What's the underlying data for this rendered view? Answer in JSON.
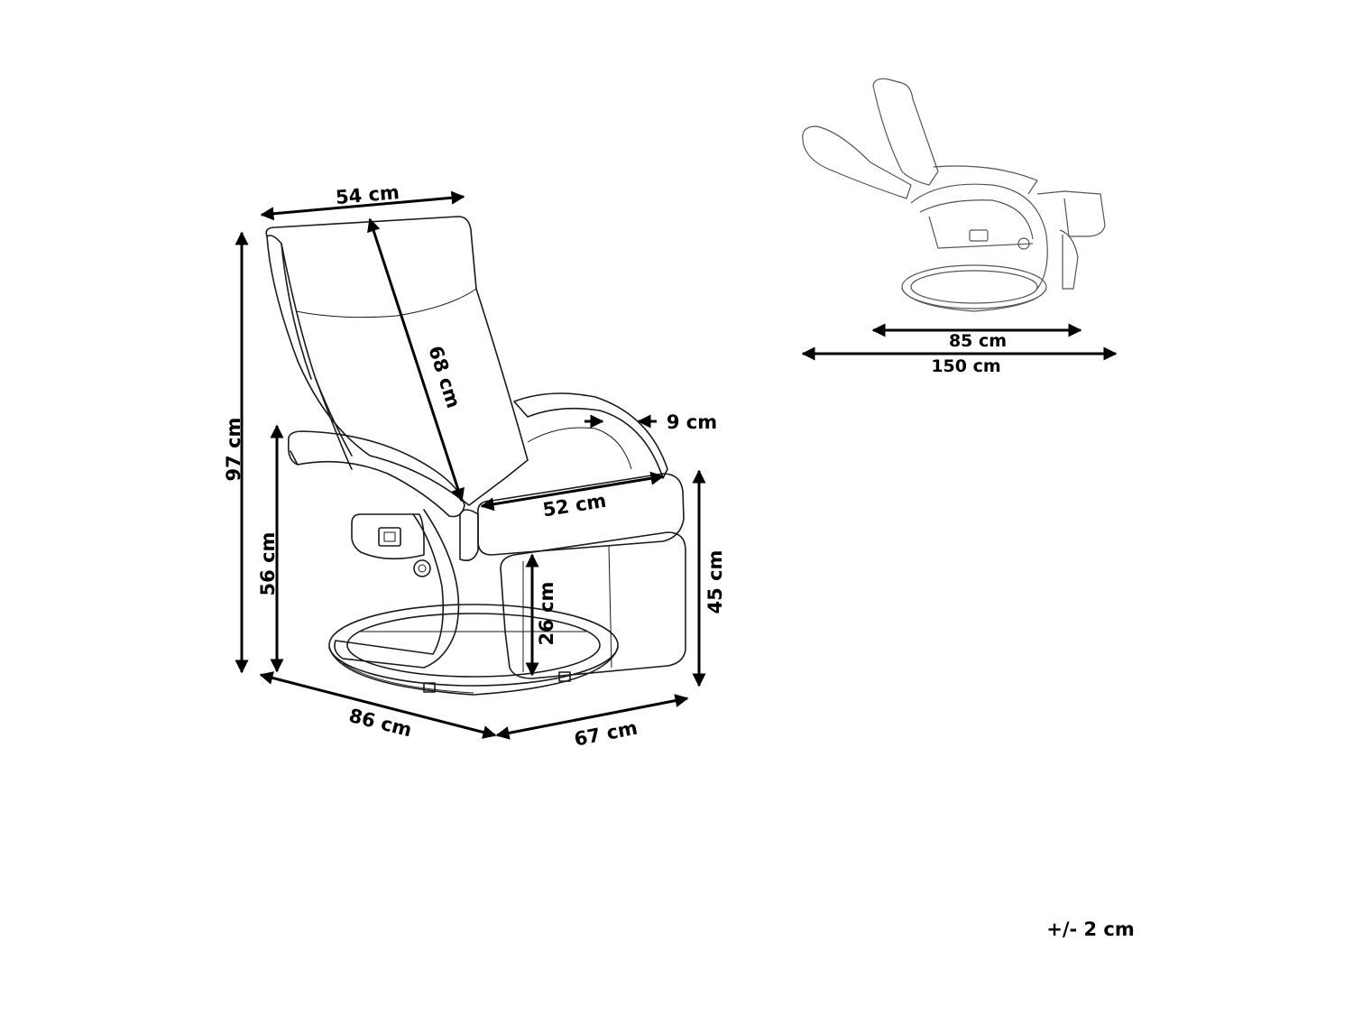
{
  "dimensions": {
    "width_top": "54 cm",
    "height_total": "97 cm",
    "back_height": "68 cm",
    "arm_height": "56 cm",
    "arm_width": "9 cm",
    "seat_width": "52 cm",
    "seat_height": "45 cm",
    "seat_depth": "26 cm",
    "depth": "86 cm",
    "width_base": "67 cm"
  },
  "reclined": {
    "depth": "85 cm",
    "length": "150 cm"
  },
  "tolerance": "+/- 2 cm"
}
